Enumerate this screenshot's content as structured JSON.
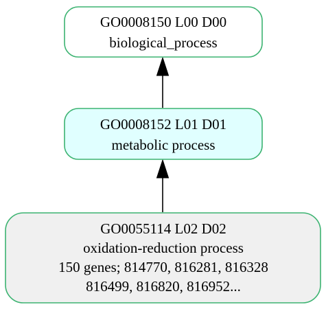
{
  "nodes": [
    {
      "id": "root",
      "lines": [
        "GO0008150 L00 D00",
        "biological_process"
      ],
      "fill": "#ffffff"
    },
    {
      "id": "mid",
      "lines": [
        "GO0008152 L01 D01",
        "metabolic process"
      ],
      "fill": "#e0ffff"
    },
    {
      "id": "leaf",
      "lines": [
        "GO0055114 L02 D02",
        "oxidation-reduction process",
        "150 genes; 814770, 816281, 816328",
        "816499, 816820, 816952..."
      ],
      "fill": "#f0f0f0"
    }
  ],
  "edges": [
    {
      "from": "mid",
      "to": "root"
    },
    {
      "from": "leaf",
      "to": "mid"
    }
  ],
  "colors": {
    "border": "#3cb371",
    "arrow": "#000000"
  }
}
